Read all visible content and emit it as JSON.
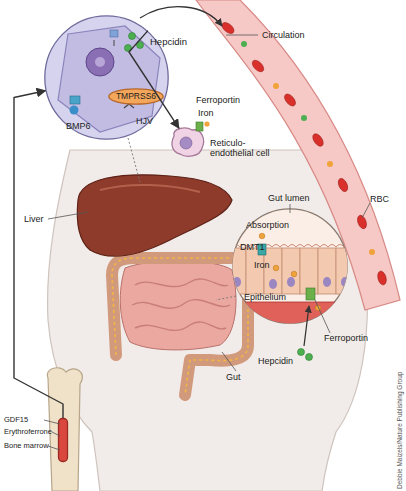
{
  "diagram": {
    "nodes": [
      {
        "text": [
          "Hepcidin",
          "HJV",
          "BMP6"
        ]
      },
      {
        "text": [
          "TMPRSS6"
        ],
        "in": 0
      },
      {
        "text": [
          "Reticulo-endothelial cell"
        ]
      },
      {
        "text": [
          "Absorption",
          "DMT1",
          "Iron",
          "Epithelium"
        ]
      },
      {
        "text": [
          "GDF15",
          "Erythroferrone",
          "Bone marrow"
        ]
      }
    ],
    "edges": [
      {
        "from": 4,
        "to": 0,
        "arrow": "to"
      },
      {
        "from": 0,
        "to": 2,
        "arrow": "to"
      }
    ],
    "labels": [
      "Circulation",
      "Ferroportin",
      "Iron",
      "RBC",
      "Liver",
      "Gut lumen",
      "Ferroportin",
      "Hepcidin",
      "Gut",
      "Debbie Maizels/Nature Publishing Group"
    ]
  }
}
